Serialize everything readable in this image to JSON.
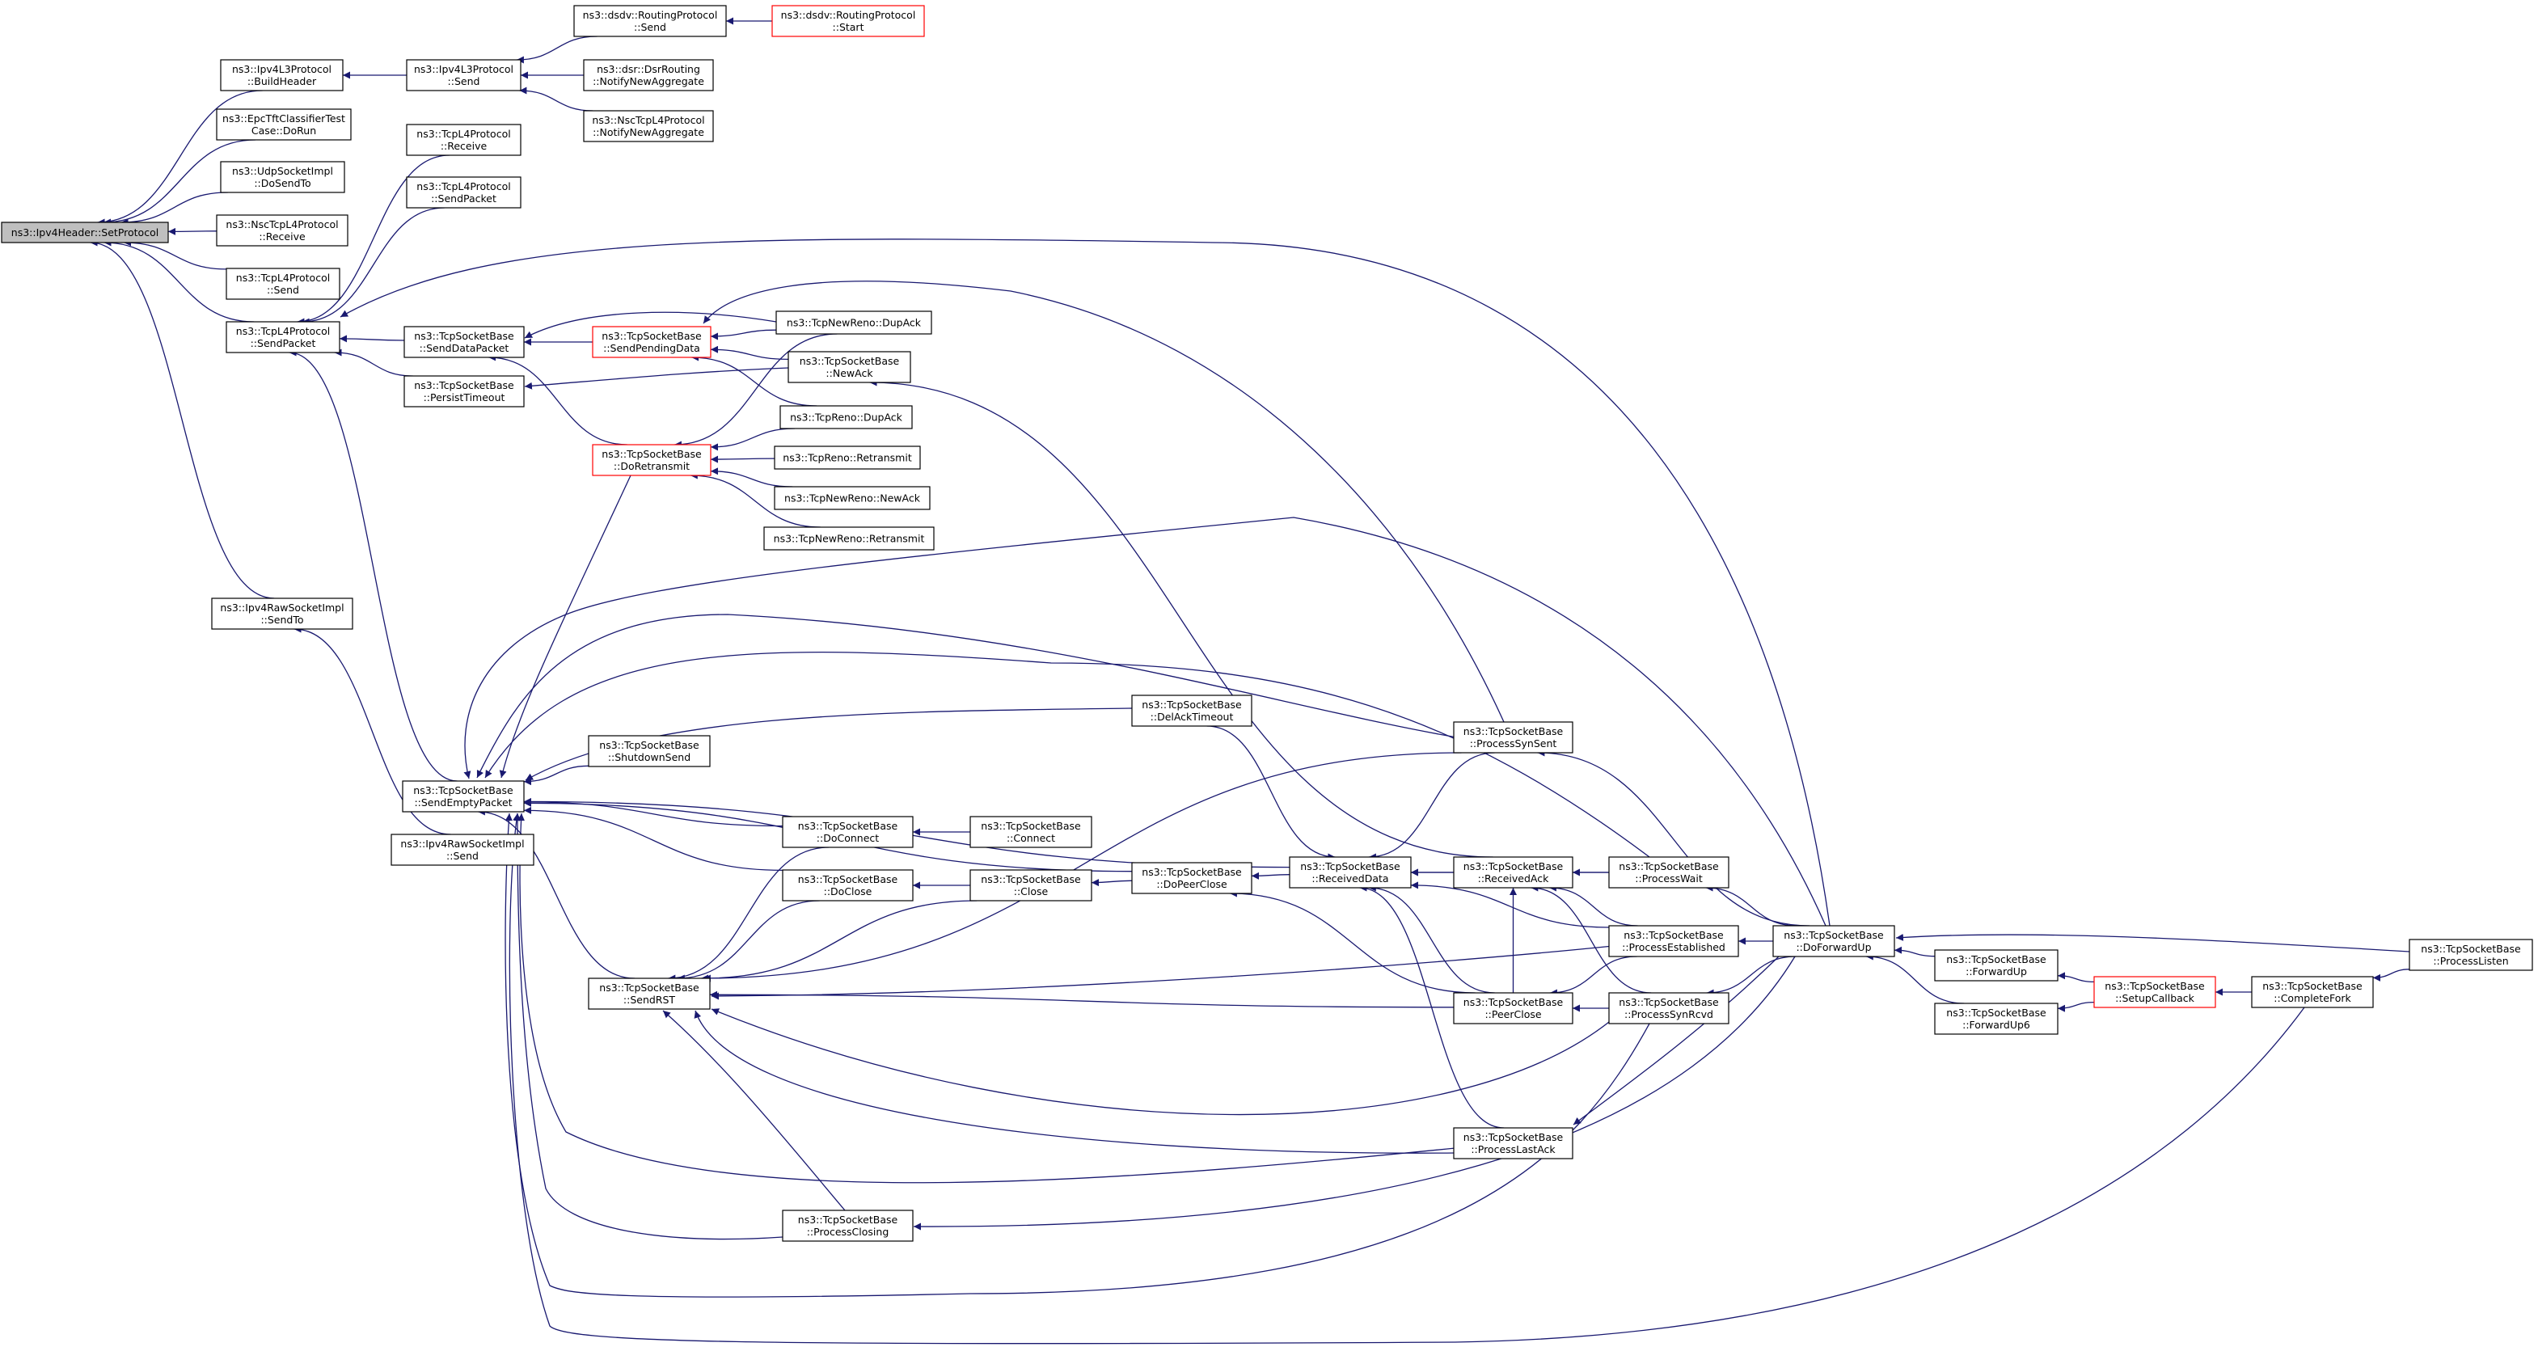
{
  "graph": {
    "colors": {
      "edge": "#191970",
      "node_border": "#000000",
      "node_fill": "#ffffff",
      "focus_fill": "#bfbfbf",
      "truncated_border": "#ff0000"
    },
    "nodes": [
      {
        "id": "setprotocol",
        "lines": [
          "ns3::Ipv4Header::SetProtocol"
        ],
        "style": "focus"
      },
      {
        "id": "ipv4l3_buildheader",
        "lines": [
          "ns3::Ipv4L3Protocol",
          "::BuildHeader"
        ]
      },
      {
        "id": "epctft",
        "lines": [
          "ns3::EpcTftClassifierTest",
          "Case::DoRun"
        ]
      },
      {
        "id": "udpsocket_dosendto",
        "lines": [
          "ns3::UdpSocketImpl",
          "::DoSendTo"
        ]
      },
      {
        "id": "nsctcp_receive",
        "lines": [
          "ns3::NscTcpL4Protocol",
          "::Receive"
        ]
      },
      {
        "id": "tcpl4_send",
        "lines": [
          "ns3::TcpL4Protocol",
          "::Send"
        ]
      },
      {
        "id": "tcpl4_sendpacket",
        "lines": [
          "ns3::TcpL4Protocol",
          "::SendPacket"
        ]
      },
      {
        "id": "ipv4raw_sendto",
        "lines": [
          "ns3::Ipv4RawSocketImpl",
          "::SendTo"
        ]
      },
      {
        "id": "ipv4l3_send",
        "lines": [
          "ns3::Ipv4L3Protocol",
          "::Send"
        ]
      },
      {
        "id": "dsdv_send",
        "lines": [
          "ns3::dsdv::RoutingProtocol",
          "::Send"
        ]
      },
      {
        "id": "dsdv_start",
        "lines": [
          "ns3::dsdv::RoutingProtocol",
          "::Start"
        ],
        "style": "truncated"
      },
      {
        "id": "dsr_notify",
        "lines": [
          "ns3::dsr::DsrRouting",
          "::NotifyNewAggregate"
        ]
      },
      {
        "id": "nsctcp_notify",
        "lines": [
          "ns3::NscTcpL4Protocol",
          "::NotifyNewAggregate"
        ]
      },
      {
        "id": "tcpl4_receive",
        "lines": [
          "ns3::TcpL4Protocol",
          "::Receive"
        ]
      },
      {
        "id": "tcpl4_sendpacket2",
        "lines": [
          "ns3::TcpL4Protocol",
          "::SendPacket"
        ]
      },
      {
        "id": "senddatapacket",
        "lines": [
          "ns3::TcpSocketBase",
          "::SendDataPacket"
        ]
      },
      {
        "id": "persisttimeout",
        "lines": [
          "ns3::TcpSocketBase",
          "::PersistTimeout"
        ]
      },
      {
        "id": "sendpendingdata",
        "lines": [
          "ns3::TcpSocketBase",
          "::SendPendingData"
        ],
        "style": "truncated"
      },
      {
        "id": "doretransmit",
        "lines": [
          "ns3::TcpSocketBase",
          "::DoRetransmit"
        ],
        "style": "truncated"
      },
      {
        "id": "newreno_dupack",
        "lines": [
          "ns3::TcpNewReno::DupAck"
        ]
      },
      {
        "id": "newack",
        "lines": [
          "ns3::TcpSocketBase",
          "::NewAck"
        ]
      },
      {
        "id": "reno_dupack",
        "lines": [
          "ns3::TcpReno::DupAck"
        ]
      },
      {
        "id": "reno_retransmit",
        "lines": [
          "ns3::TcpReno::Retransmit"
        ]
      },
      {
        "id": "newreno_newack",
        "lines": [
          "ns3::TcpNewReno::NewAck"
        ]
      },
      {
        "id": "newreno_retransmit",
        "lines": [
          "ns3::TcpNewReno::Retransmit"
        ]
      },
      {
        "id": "ipv4raw_send",
        "lines": [
          "ns3::Ipv4RawSocketImpl",
          "::Send"
        ]
      },
      {
        "id": "sendemptypacket",
        "lines": [
          "ns3::TcpSocketBase",
          "::SendEmptyPacket"
        ]
      },
      {
        "id": "shutdownsend",
        "lines": [
          "ns3::TcpSocketBase",
          "::ShutdownSend"
        ]
      },
      {
        "id": "delacktimeout",
        "lines": [
          "ns3::TcpSocketBase",
          "::DelAckTimeout"
        ]
      },
      {
        "id": "doconnect",
        "lines": [
          "ns3::TcpSocketBase",
          "::DoConnect"
        ]
      },
      {
        "id": "connect",
        "lines": [
          "ns3::TcpSocketBase",
          "::Connect"
        ]
      },
      {
        "id": "doclose",
        "lines": [
          "ns3::TcpSocketBase",
          "::DoClose"
        ]
      },
      {
        "id": "close",
        "lines": [
          "ns3::TcpSocketBase",
          "::Close"
        ]
      },
      {
        "id": "dopeerclose",
        "lines": [
          "ns3::TcpSocketBase",
          "::DoPeerClose"
        ]
      },
      {
        "id": "receiveddata",
        "lines": [
          "ns3::TcpSocketBase",
          "::ReceivedData"
        ]
      },
      {
        "id": "sendrst",
        "lines": [
          "ns3::TcpSocketBase",
          "::SendRST"
        ]
      },
      {
        "id": "processclosing",
        "lines": [
          "ns3::TcpSocketBase",
          "::ProcessClosing"
        ]
      },
      {
        "id": "processsynsent",
        "lines": [
          "ns3::TcpSocketBase",
          "::ProcessSynSent"
        ]
      },
      {
        "id": "receivedack",
        "lines": [
          "ns3::TcpSocketBase",
          "::ReceivedAck"
        ]
      },
      {
        "id": "peerclose",
        "lines": [
          "ns3::TcpSocketBase",
          "::PeerClose"
        ]
      },
      {
        "id": "processlastack",
        "lines": [
          "ns3::TcpSocketBase",
          "::ProcessLastAck"
        ]
      },
      {
        "id": "processwait",
        "lines": [
          "ns3::TcpSocketBase",
          "::ProcessWait"
        ]
      },
      {
        "id": "processestablished",
        "lines": [
          "ns3::TcpSocketBase",
          "::ProcessEstablished"
        ]
      },
      {
        "id": "processsynrcvd",
        "lines": [
          "ns3::TcpSocketBase",
          "::ProcessSynRcvd"
        ]
      },
      {
        "id": "doforwardup",
        "lines": [
          "ns3::TcpSocketBase",
          "::DoForwardUp"
        ]
      },
      {
        "id": "forwardup",
        "lines": [
          "ns3::TcpSocketBase",
          "::ForwardUp"
        ]
      },
      {
        "id": "forwardup6",
        "lines": [
          "ns3::TcpSocketBase",
          "::ForwardUp6"
        ]
      },
      {
        "id": "setupcallback",
        "lines": [
          "ns3::TcpSocketBase",
          "::SetupCallback"
        ],
        "style": "truncated"
      },
      {
        "id": "completefork",
        "lines": [
          "ns3::TcpSocketBase",
          "::CompleteFork"
        ]
      },
      {
        "id": "processlisten",
        "lines": [
          "ns3::TcpSocketBase",
          "::ProcessListen"
        ]
      }
    ],
    "edges": [
      [
        "ipv4l3_buildheader",
        "setprotocol"
      ],
      [
        "epctft",
        "setprotocol"
      ],
      [
        "udpsocket_dosendto",
        "setprotocol"
      ],
      [
        "nsctcp_receive",
        "setprotocol"
      ],
      [
        "tcpl4_send",
        "setprotocol"
      ],
      [
        "tcpl4_sendpacket",
        "setprotocol"
      ],
      [
        "ipv4raw_sendto",
        "setprotocol"
      ],
      [
        "ipv4l3_send",
        "ipv4l3_buildheader"
      ],
      [
        "dsdv_send",
        "ipv4l3_send"
      ],
      [
        "dsr_notify",
        "ipv4l3_send"
      ],
      [
        "nsctcp_notify",
        "ipv4l3_send"
      ],
      [
        "dsdv_start",
        "dsdv_send"
      ],
      [
        "tcpl4_receive",
        "tcpl4_sendpacket"
      ],
      [
        "tcpl4_sendpacket2",
        "tcpl4_sendpacket"
      ],
      [
        "senddatapacket",
        "tcpl4_sendpacket"
      ],
      [
        "persisttimeout",
        "tcpl4_sendpacket"
      ],
      [
        "sendemptypacket",
        "tcpl4_sendpacket"
      ],
      [
        "doforwardup",
        "tcpl4_sendpacket"
      ],
      [
        "ipv4raw_send",
        "ipv4raw_sendto"
      ],
      [
        "sendpendingdata",
        "senddatapacket"
      ],
      [
        "doretransmit",
        "senddatapacket"
      ],
      [
        "newreno_dupack",
        "senddatapacket"
      ],
      [
        "newack",
        "persisttimeout"
      ],
      [
        "newreno_dupack",
        "sendpendingdata"
      ],
      [
        "newack",
        "sendpendingdata"
      ],
      [
        "reno_dupack",
        "sendpendingdata"
      ],
      [
        "processsynsent",
        "sendpendingdata"
      ],
      [
        "reno_dupack",
        "doretransmit"
      ],
      [
        "reno_retransmit",
        "doretransmit"
      ],
      [
        "newreno_newack",
        "doretransmit"
      ],
      [
        "newreno_retransmit",
        "doretransmit"
      ],
      [
        "newreno_dupack",
        "doretransmit"
      ],
      [
        "receivedack",
        "newack"
      ],
      [
        "doretransmit",
        "sendemptypacket"
      ],
      [
        "doforwardup",
        "sendemptypacket"
      ],
      [
        "processsynsent",
        "sendemptypacket"
      ],
      [
        "processwait",
        "sendemptypacket"
      ],
      [
        "delacktimeout",
        "sendemptypacket"
      ],
      [
        "shutdownsend",
        "sendemptypacket"
      ],
      [
        "receiveddata",
        "sendemptypacket"
      ],
      [
        "dopeerclose",
        "sendemptypacket"
      ],
      [
        "doconnect",
        "sendemptypacket"
      ],
      [
        "doclose",
        "sendemptypacket"
      ],
      [
        "sendrst",
        "sendemptypacket"
      ],
      [
        "processlastack",
        "sendemptypacket"
      ],
      [
        "processclosing",
        "sendemptypacket"
      ],
      [
        "processsynrcvd",
        "sendemptypacket"
      ],
      [
        "completefork",
        "sendemptypacket"
      ],
      [
        "connect",
        "doconnect"
      ],
      [
        "close",
        "doclose"
      ],
      [
        "dopeerclose",
        "close"
      ],
      [
        "receiveddata",
        "dopeerclose"
      ],
      [
        "peerclose",
        "dopeerclose"
      ],
      [
        "doconnect",
        "sendrst"
      ],
      [
        "doclose",
        "sendrst"
      ],
      [
        "close",
        "sendrst"
      ],
      [
        "processsynsent",
        "sendrst"
      ],
      [
        "processestablished",
        "sendrst"
      ],
      [
        "peerclose",
        "sendrst"
      ],
      [
        "processsynrcvd",
        "sendrst"
      ],
      [
        "processlastack",
        "sendrst"
      ],
      [
        "processclosing",
        "sendrst"
      ],
      [
        "delacktimeout",
        "receiveddata"
      ],
      [
        "processsynsent",
        "receiveddata"
      ],
      [
        "receivedack",
        "receiveddata"
      ],
      [
        "processwait",
        "receiveddata"
      ],
      [
        "processestablished",
        "receiveddata"
      ],
      [
        "peerclose",
        "receiveddata"
      ],
      [
        "processlastack",
        "receiveddata"
      ],
      [
        "processwait",
        "receivedack"
      ],
      [
        "processestablished",
        "receivedack"
      ],
      [
        "peerclose",
        "receivedack"
      ],
      [
        "processsynrcvd",
        "receivedack"
      ],
      [
        "processestablished",
        "peerclose"
      ],
      [
        "processsynrcvd",
        "peerclose"
      ],
      [
        "doforwardup",
        "processsynsent"
      ],
      [
        "doforwardup",
        "processwait"
      ],
      [
        "doforwardup",
        "processestablished"
      ],
      [
        "doforwardup",
        "processsynrcvd"
      ],
      [
        "doforwardup",
        "processlastack"
      ],
      [
        "doforwardup",
        "processclosing"
      ],
      [
        "forwardup",
        "doforwardup"
      ],
      [
        "forwardup6",
        "doforwardup"
      ],
      [
        "processlisten",
        "doforwardup"
      ],
      [
        "setupcallback",
        "forwardup"
      ],
      [
        "setupcallback",
        "forwardup6"
      ],
      [
        "completefork",
        "setupcallback"
      ],
      [
        "processlisten",
        "completefork"
      ]
    ]
  }
}
